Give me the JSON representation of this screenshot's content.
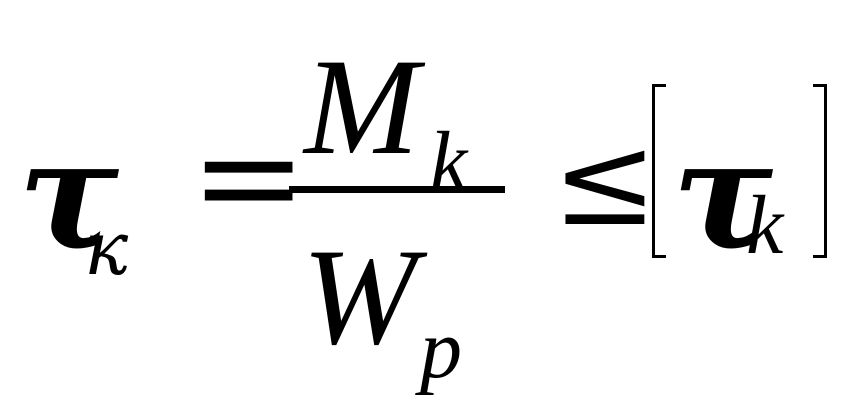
{
  "formula": {
    "lhs_symbol": "τ",
    "lhs_subscript": "к",
    "equals_sign": "=",
    "numerator_symbol": "M",
    "numerator_subscript": "k",
    "denominator_symbol": "W",
    "denominator_subscript": "p",
    "relation": "≤",
    "allowable_symbol": "τ",
    "allowable_subscript": "k"
  }
}
